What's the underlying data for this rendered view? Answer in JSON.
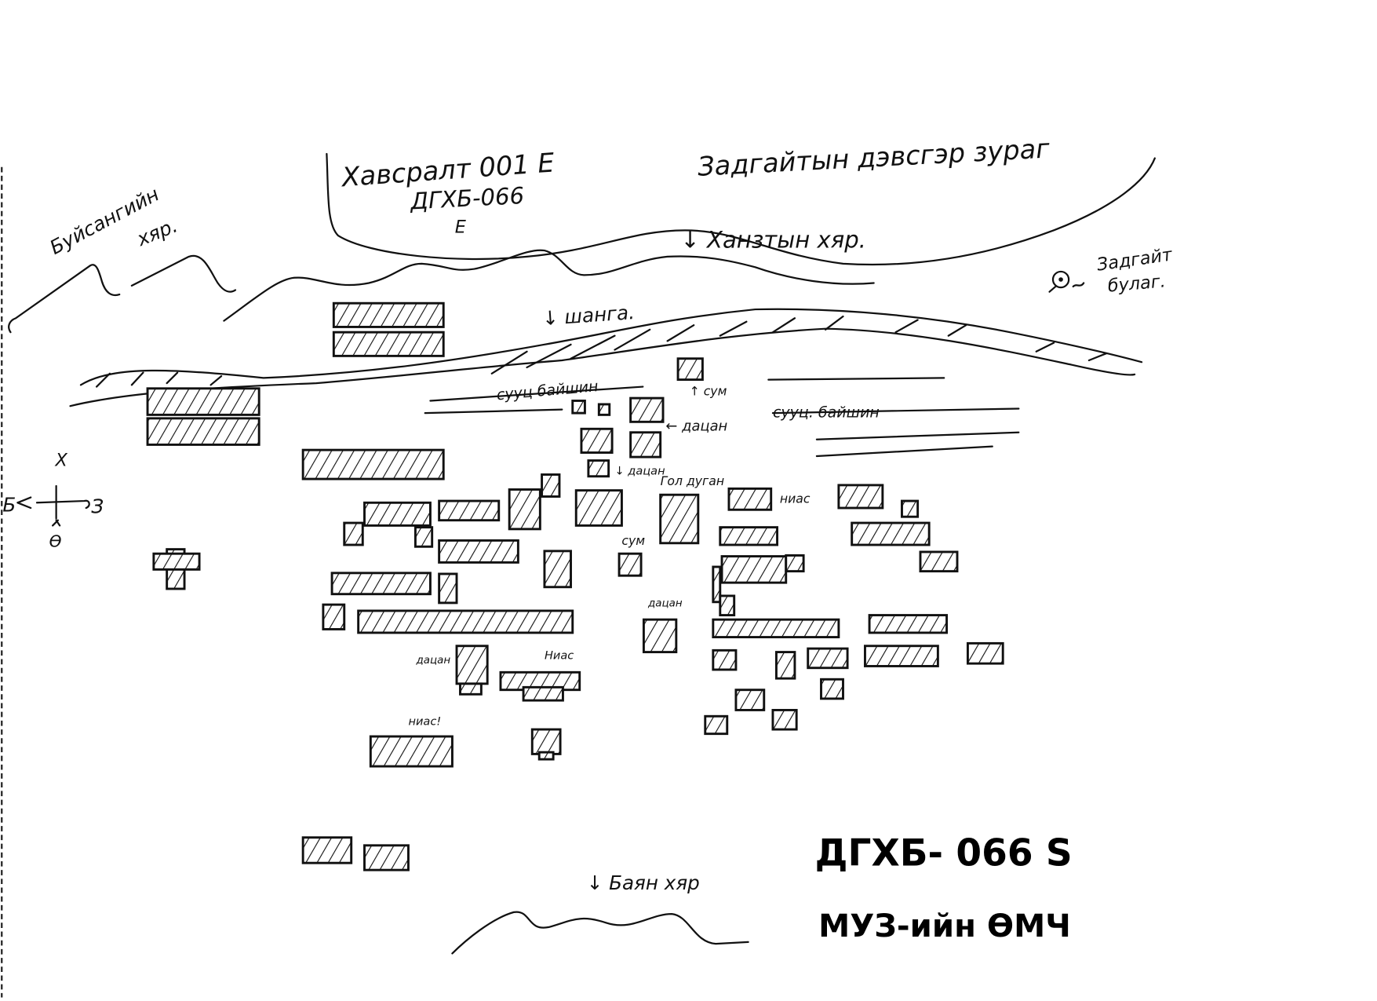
{
  "title": {
    "line1": "Хавсралт 001 Е",
    "line2": "ДГХБ-066",
    "line3": "E",
    "heading": "Задгайтын дэвсгэр зураг"
  },
  "labels": {
    "buisan_ridge_1": "Буйсангийн",
    "buisan_ridge_2": "хяр.",
    "khanz_ridge": "↓ Ханзтын хяр.",
    "spring_1": "Задгайт",
    "spring_2": "булаг.",
    "river": "↓ шанга.",
    "houses_left": "сууц байшин",
    "houses_right": "сууц. байшин",
    "sum_top": "↑ сум",
    "datsan_1": "← дацан",
    "datsan_2": "↓ дацан",
    "main_temple": "Гол дуган",
    "nias_1": "ниас",
    "sum_mid": "сум",
    "datsan_3": "дацан",
    "datsan_4": "дацан",
    "nias_2": "Ниас",
    "nias_3": "ниас!",
    "bayan_ridge": "↓ Баян хяр"
  },
  "compass": {
    "north": "Х",
    "west": "Б",
    "east": "З",
    "south": "Ө"
  },
  "stamp": {
    "code": "ДГХБ- 066 S",
    "owner": "МУЗ-ийн ӨМЧ"
  },
  "icons": {
    "spring": "spring-circle-icon",
    "compass": "compass-cross-icon",
    "building": "hatched-rectangle"
  }
}
